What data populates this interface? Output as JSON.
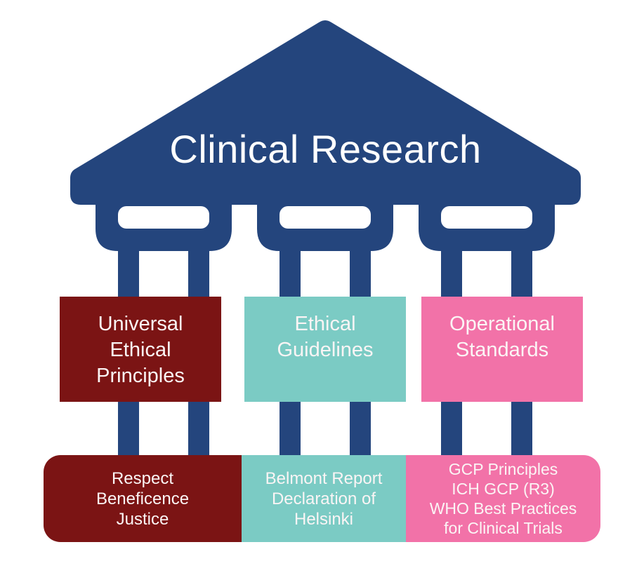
{
  "temple": {
    "title": "Clinical Research",
    "colors": {
      "structure_blue": "#24457D",
      "maroon": "#7B1414",
      "teal": "#7BCBC4",
      "pink": "#F272A8",
      "text": "#FFFFFF",
      "background": "#FFFFFF"
    },
    "pillars": [
      {
        "name": "universal-ethical-principles",
        "color": "#7B1414",
        "label_lines": [
          "Universal",
          "Ethical",
          "Principles"
        ],
        "base_lines": [
          "Respect",
          "Beneficence",
          "Justice"
        ]
      },
      {
        "name": "ethical-guidelines",
        "color": "#7BCBC4",
        "label_lines": [
          "Ethical",
          "Guidelines"
        ],
        "base_lines": [
          "Belmont Report",
          "Declaration of",
          "Helsinki"
        ]
      },
      {
        "name": "operational-standards",
        "color": "#F272A8",
        "label_lines": [
          "Operational",
          "Standards"
        ],
        "base_lines": [
          "GCP Principles",
          "ICH GCP (R3)",
          "WHO Best Practices",
          "for Clinical Trials"
        ]
      }
    ]
  }
}
